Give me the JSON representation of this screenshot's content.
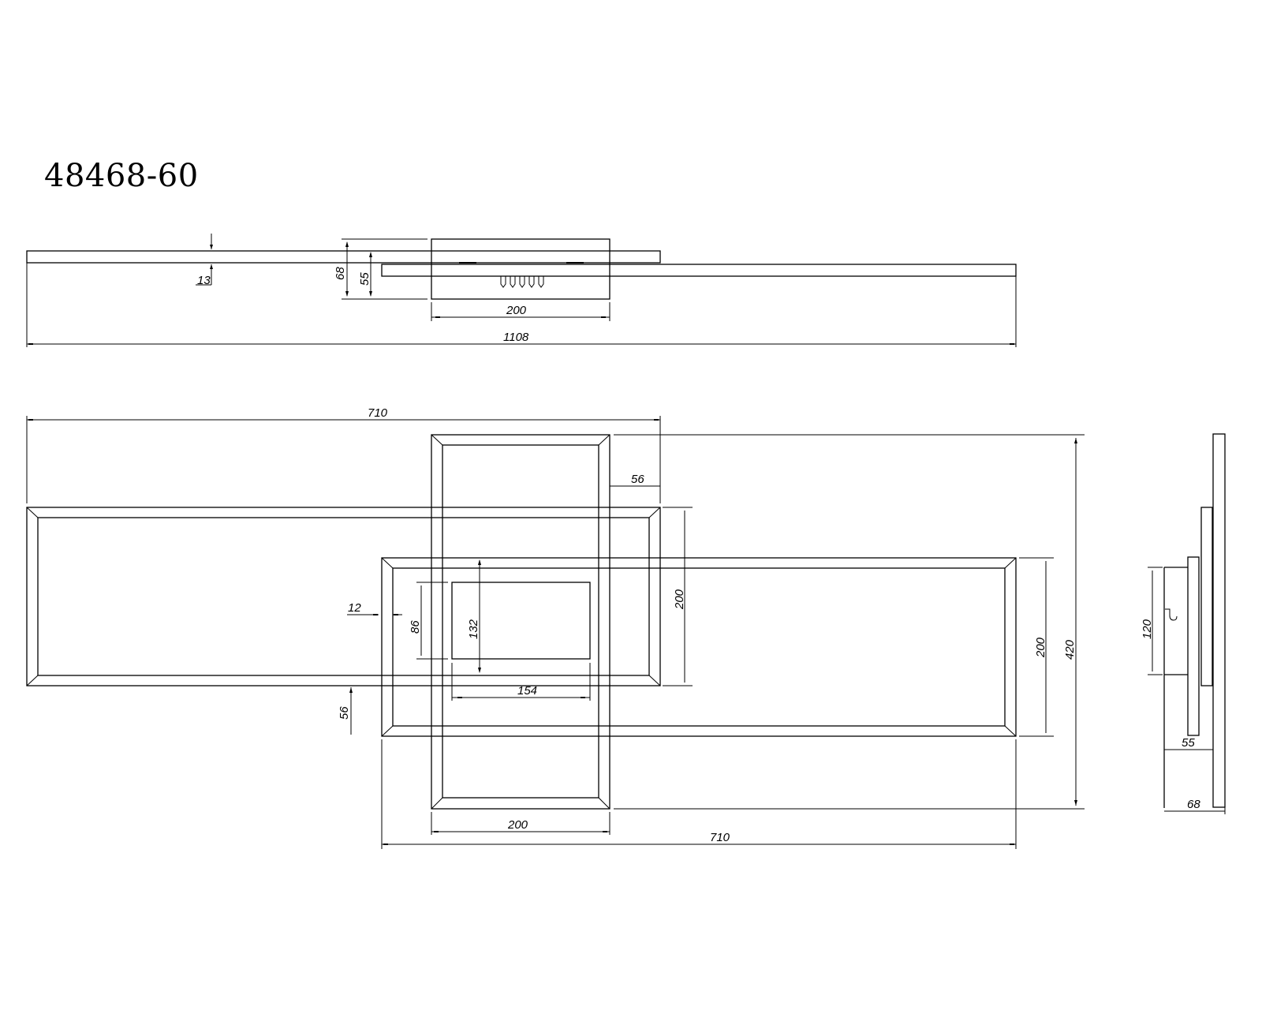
{
  "drawing": {
    "title": "48468-60",
    "units": "mm",
    "colors": {
      "line": "#000000",
      "background": "#ffffff"
    }
  },
  "side_view_top": {
    "dims": {
      "overall_length": "1108",
      "body_width": "200",
      "frame_thickness": "13",
      "total_height": "68",
      "lower_height": "55"
    }
  },
  "plan_view": {
    "dims": {
      "upper_frame_length": "710",
      "lower_frame_length": "710",
      "overlap_offset_top": "56",
      "overlap_offset_left": "56",
      "upper_frame_width": "200",
      "lower_frame_width": "200",
      "overall_depth": "420",
      "vertical_frame_width": "200",
      "frame_profile": "12",
      "canopy_width": "154",
      "canopy_depth": "132",
      "canopy_inner": "86"
    }
  },
  "side_view_right": {
    "dims": {
      "mount_height": "120",
      "depth_inner": "55",
      "depth_total": "68"
    }
  }
}
